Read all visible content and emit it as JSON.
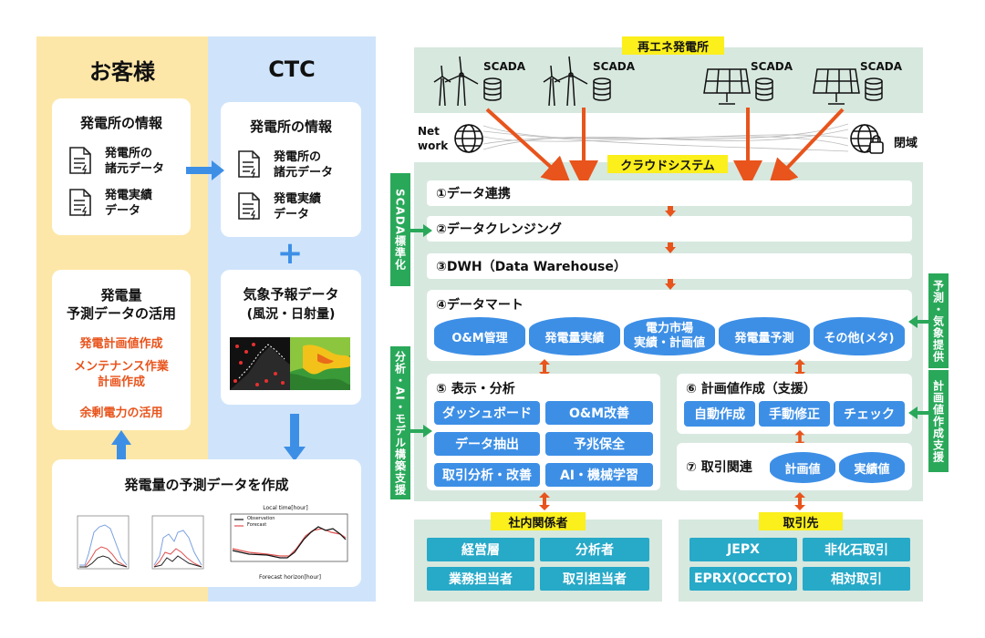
{
  "left": {
    "customer_title": "お客様",
    "ctc_title": "CTC",
    "customer_card": {
      "title": "発電所の情報",
      "item1": "発電所の\n諸元データ",
      "item2": "発電実績\nデータ"
    },
    "ctc_card": {
      "title": "発電所の情報",
      "item1": "発電所の\n諸元データ",
      "item2": "発電実績\nデータ"
    },
    "plus": "+",
    "weather": {
      "title": "気象予報データ",
      "sub": "(風況・日射量)"
    },
    "usage": {
      "title": "発電量\n予測データの活用",
      "items": [
        "発電計画値作成",
        "メンテナンス作業\n計画作成",
        "余剰電力の活用"
      ]
    },
    "forecast_card": {
      "title": "発電量の予測データを作成",
      "chart_title": "Local time[hour]",
      "legend_obs": "Observation",
      "legend_fc": "Forecast",
      "xlabel": "Forecast horizon[hour]"
    }
  },
  "right": {
    "plant_tag": "再エネ発電所",
    "scada": "SCADA",
    "network": "Net\nwork",
    "closed": "閉域",
    "cloud_tag": "クラウドシステム",
    "steps": {
      "s1": "①データ連携",
      "s2": "②データクレンジング",
      "s3": "③DWH（Data Warehouse）",
      "s4": "④データマート",
      "s5": "⑤ 表示・分析",
      "s6": "⑥ 計画値作成（支援）",
      "s7": "⑦ 取引関連"
    },
    "mart": [
      "O&M管理",
      "発電量実績",
      "電力市場\n実績・計画値",
      "発電量予測",
      "その他(メタ)"
    ],
    "analysis": [
      "ダッシュボード",
      "O&M改善",
      "データ抽出",
      "予兆保全",
      "取引分析・改善",
      "AI・機械学習"
    ],
    "plan": [
      "自動作成",
      "手動修正",
      "チェック"
    ],
    "trade_pills": [
      "計画値",
      "実績値"
    ],
    "side": {
      "scada_std": "SCADA標準化",
      "ai_model": "分析・AI・モデル構築支援",
      "weather": "予測・気象提供",
      "plan": "計画値作成支援"
    },
    "internal_tag": "社内関係者",
    "internal": [
      "経営層",
      "分析者",
      "業務担当者",
      "取引担当者"
    ],
    "partner_tag": "取引先",
    "partner": [
      "JEPX",
      "非化石取引",
      "EPRX(OCCTO)",
      "相対取引"
    ]
  },
  "colors": {
    "customer_bg": "#fde7a8",
    "ctc_bg": "#cfe4fb",
    "green_panel": "#d7e8df",
    "arrow_orange": "#e8541c",
    "arrow_blue": "#3d8fe6"
  }
}
